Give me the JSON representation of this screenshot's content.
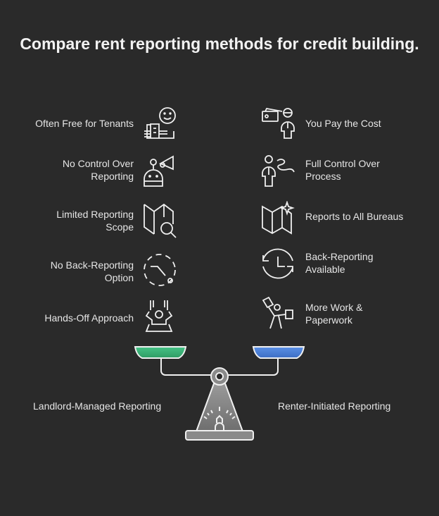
{
  "title": "Compare rent reporting methods for credit building.",
  "left_side": {
    "label": "Landlord-Managed Reporting",
    "pan_color": "#3fb57a",
    "items": [
      {
        "label": "Often Free for Tenants",
        "icon": "building-smiley-icon"
      },
      {
        "label": "No Control Over Reporting",
        "icon": "robot-megaphone-icon"
      },
      {
        "label": "Limited Reporting Scope",
        "icon": "map-search-icon"
      },
      {
        "label": "No Back-Reporting Option",
        "icon": "dashed-clock-icon"
      },
      {
        "label": "Hands-Off Approach",
        "icon": "swing-person-icon"
      }
    ]
  },
  "right_side": {
    "label": "Renter-Initiated Reporting",
    "pan_color": "#4a7fd6",
    "items": [
      {
        "label": "You Pay the Cost",
        "icon": "money-person-icon"
      },
      {
        "label": "Full Control Over Process",
        "icon": "person-path-icon"
      },
      {
        "label": "Reports to All Bureaus",
        "icon": "map-sparkle-icon"
      },
      {
        "label": "Back-Reporting Available",
        "icon": "clock-cycle-icon"
      },
      {
        "label": "More Work & Paperwork",
        "icon": "person-papers-icon"
      }
    ]
  }
}
